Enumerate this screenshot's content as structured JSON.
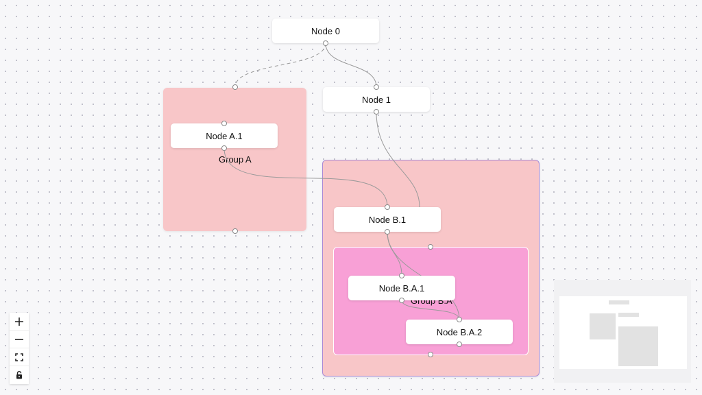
{
  "nodes": {
    "node_0": "Node 0",
    "node_1": "Node 1",
    "node_a1": "Node A.1",
    "node_b1": "Node B.1",
    "node_ba1": "Node B.A.1",
    "node_ba2": "Node B.A.2"
  },
  "groups": {
    "group_a": "Group A",
    "group_ba": "Group B.A"
  },
  "edges": [
    {
      "from": "Node 0",
      "to": "Group A",
      "style": "dashed"
    },
    {
      "from": "Node 0",
      "to": "Node 1",
      "style": "solid"
    },
    {
      "from": "Node 1",
      "to": "Node B.1",
      "style": "solid"
    },
    {
      "from": "Node A.1",
      "to": "Node B.1",
      "style": "solid"
    },
    {
      "from": "Node B.1",
      "to": "Node B.A.1",
      "style": "solid"
    },
    {
      "from": "Node B.1",
      "to": "Node B.A.2",
      "style": "solid"
    },
    {
      "from": "Node B.A.1",
      "to": "Node B.A.2",
      "style": "solid"
    }
  ],
  "colors": {
    "group_fill": "#f8c6c8",
    "subgroup_fill": "#f8a0d6",
    "selected_border": "#a98ad6",
    "edge": "#9a9a9a"
  },
  "controls": {
    "zoom_in_icon": "plus-icon",
    "zoom_out_icon": "minus-icon",
    "fit_view_icon": "fit-view-icon",
    "lock_icon": "lock-icon"
  }
}
